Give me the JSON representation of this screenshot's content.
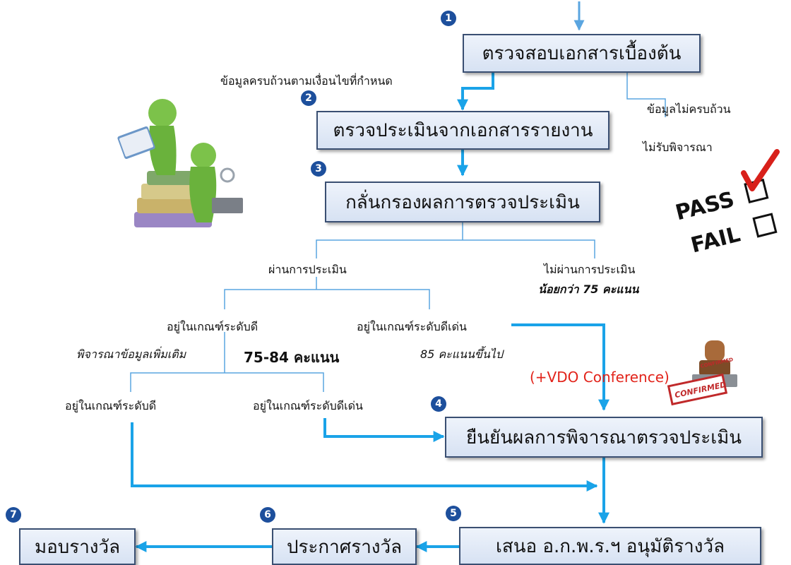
{
  "steps": [
    {
      "num": "1",
      "label": "ตรวจสอบเอกสารเบื้องต้น"
    },
    {
      "num": "2",
      "label": "ตรวจประเมินจากเอกสารรายงาน"
    },
    {
      "num": "3",
      "label": "กลั่นกรองผลการตรวจประเมิน"
    },
    {
      "num": "4",
      "label": "ยืนยันผลการพิจารณาตรวจประเมิน"
    },
    {
      "num": "5",
      "label": "เสนอ อ.ก.พ.ร.ฯ อนุมัติรางวัล"
    },
    {
      "num": "6",
      "label": "ประกาศรางวัล"
    },
    {
      "num": "7",
      "label": "มอบรางวัล"
    }
  ],
  "labels": {
    "complete": "ข้อมูลครบถ้วนตามเงื่อนไขที่กำหนด",
    "incomplete": "ข้อมูลไม่ครบถ้วน",
    "not_considered": "ไม่รับพิจารณา",
    "pass": "ผ่านการประเมิน",
    "fail": "ไม่ผ่านการประเมิน",
    "fail_score": "น้อยกว่า 75 คะแนน",
    "good": "อยู่ในเกณฑ์ระดับดี",
    "excellent": "อยู่ในเกณฑ์ระดับดีเด่น",
    "consider_more": "พิจารณาข้อมูลเพิ่มเติม",
    "score_good": "75-84 คะแนน",
    "score_excellent": "85 คะแนนขึ้นไป",
    "good2": "อยู่ในเกณฑ์ระดับดี",
    "excellent2": "อยู่ในเกณฑ์ระดับดีเด่น",
    "vdo": "(+VDO Conference)"
  },
  "art": {
    "pass_text": "PASS",
    "fail_text": "FAIL",
    "stamp_text": "CONFIRMED",
    "stamp_text2": "CONFIRMED"
  },
  "colors": {
    "arrow": "#1aa3e8",
    "thin_line": "#5aa5e0",
    "box_border": "#3a4f72",
    "number_badge": "#1d4f9c",
    "accent_red": "#e2231a"
  }
}
